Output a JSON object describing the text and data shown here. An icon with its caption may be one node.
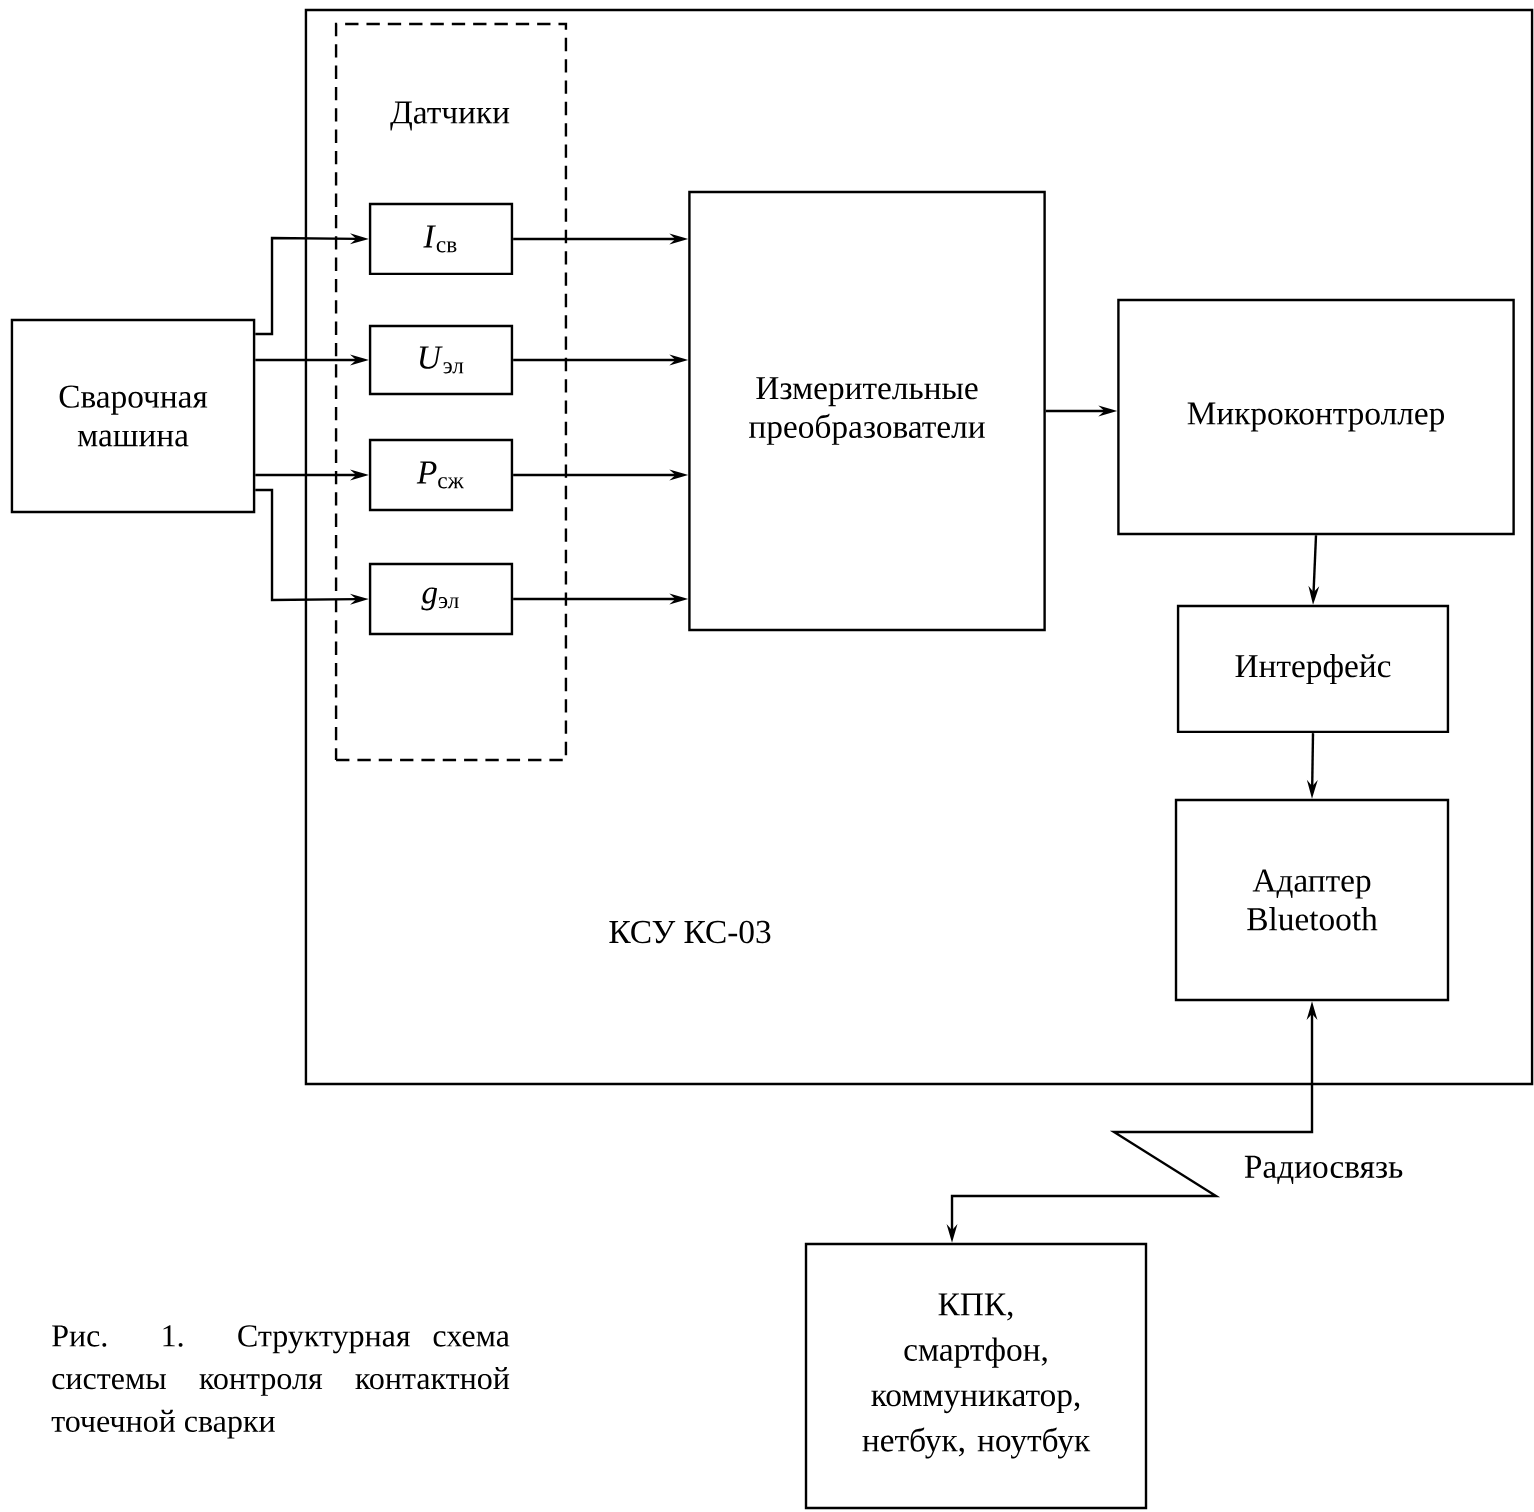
{
  "diagram": {
    "caption": "Рис. 1. Структурная схема системы контроля контактной точечной сварки",
    "nodes": [
      {
        "text": [
          "КСУ КС-03"
        ]
      },
      {
        "text": [
          "Сварочная машина"
        ]
      },
      {
        "text": [
          "Датчики"
        ],
        "in": 0
      },
      {
        "text": [
          "*I*$_{св}$"
        ],
        "in": 2
      },
      {
        "text": [
          "*U*$_{эл}$"
        ],
        "in": 2
      },
      {
        "text": [
          "*P*$_{сж}$"
        ],
        "in": 2
      },
      {
        "text": [
          "*g*$_{эл}$"
        ],
        "in": 2
      },
      {
        "text": [
          "Измерительные преобразователи"
        ],
        "in": 0
      },
      {
        "text": [
          "Микроконтроллер"
        ],
        "in": 0
      },
      {
        "text": [
          "Интерфейс"
        ],
        "in": 0
      },
      {
        "text": [
          "Адаптер Bluetooth"
        ],
        "in": 0
      },
      {
        "text": [
          "КПК, смартфон, коммуникатор, нетбук, ноутбук"
        ]
      }
    ],
    "edges": [
      {
        "from": 1,
        "to": 3,
        "arrow": "to"
      },
      {
        "from": 1,
        "to": 4,
        "arrow": "to"
      },
      {
        "from": 1,
        "to": 5,
        "arrow": "to"
      },
      {
        "from": 1,
        "to": 6,
        "arrow": "to"
      },
      {
        "from": 3,
        "to": 7,
        "arrow": "to"
      },
      {
        "from": 4,
        "to": 7,
        "arrow": "to"
      },
      {
        "from": 5,
        "to": 7,
        "arrow": "to"
      },
      {
        "from": 6,
        "to": 7,
        "arrow": "to"
      },
      {
        "from": 7,
        "to": 8,
        "arrow": "to"
      },
      {
        "from": 8,
        "to": 9,
        "arrow": "to"
      },
      {
        "from": 9,
        "to": 10,
        "arrow": "to"
      },
      {
        "from": 10,
        "to": 11,
        "arrow": "both",
        "label": "Радиосвязь"
      }
    ]
  }
}
